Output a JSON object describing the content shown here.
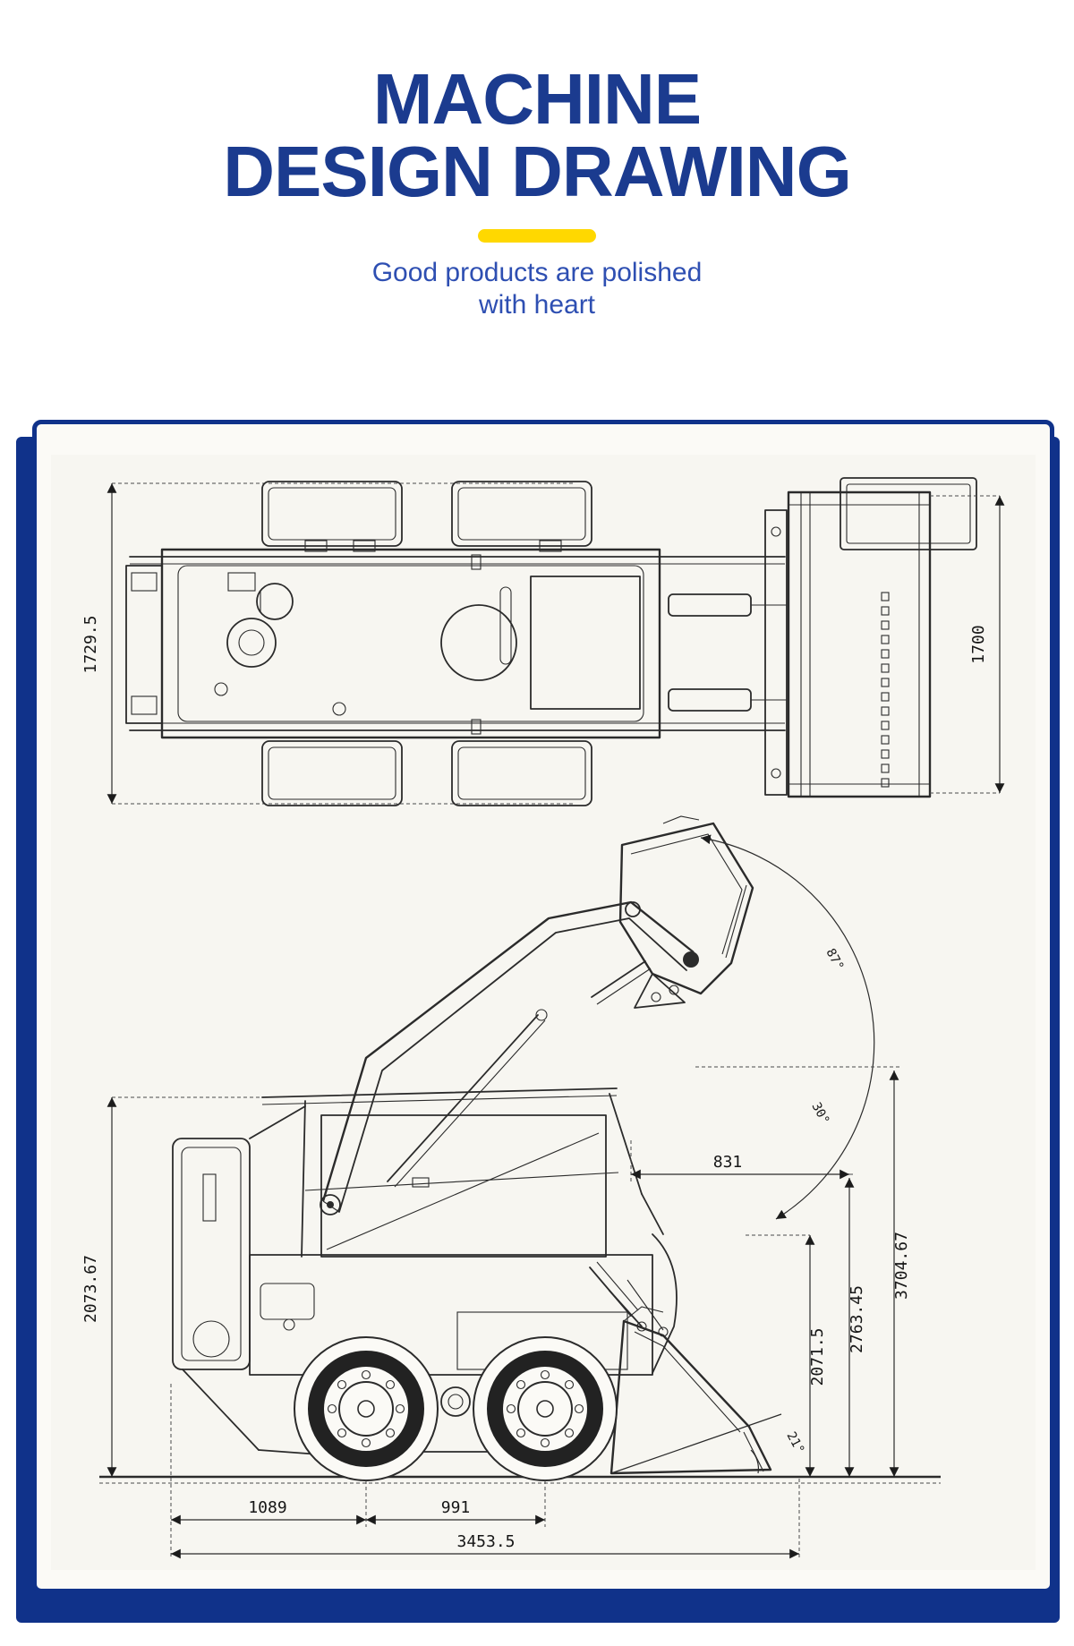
{
  "header": {
    "title_line1": "MACHINE",
    "title_line2": "DESIGN DRAWING",
    "subtitle_line1": "Good products are polished",
    "subtitle_line2": "with heart"
  },
  "colors": {
    "title_navy": "#1b3b8f",
    "subtitle_blue": "#2e4fb2",
    "accent_yellow": "#ffd800",
    "panel_navy": "#10328a",
    "paper": "#f7f6f1",
    "ink": "#2b2b2b"
  },
  "drawing": {
    "top_view": {
      "overall_width": "1729.5",
      "blade_width": "1700"
    },
    "side_view": {
      "rear_height": "2073.67",
      "dump_clearance": "2071.5",
      "hinge_pin_height": "2763.45",
      "overall_height": "3704.67",
      "dump_reach": "831",
      "dump_angle": "87°",
      "rollback_angle": "30°",
      "departure_angle": "21°",
      "rear_overhang": "1089",
      "wheelbase": "991",
      "overall_length": "3453.5"
    }
  }
}
